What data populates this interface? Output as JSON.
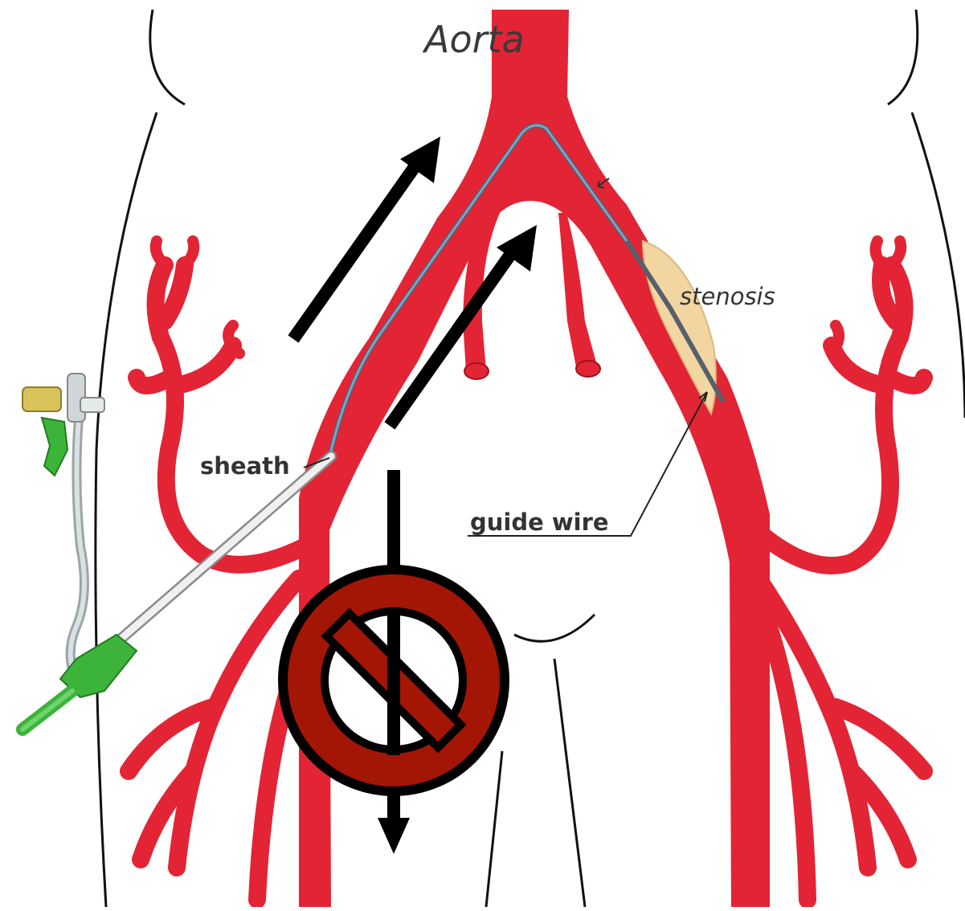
{
  "labels": {
    "aorta": "Aorta",
    "stenosis": "stenosis",
    "sheath": "sheath",
    "guide_wire": "guide wire"
  },
  "colors": {
    "artery": "#e32434",
    "plaque": "#f2d6a2",
    "wire": "#6f8fb1",
    "prohibition": "#a31606",
    "sheath_hub": "#3cb43a",
    "outline": "#000000"
  },
  "icons": {
    "prohibition": "no-entry-icon",
    "arrows": "arrow-icon"
  }
}
